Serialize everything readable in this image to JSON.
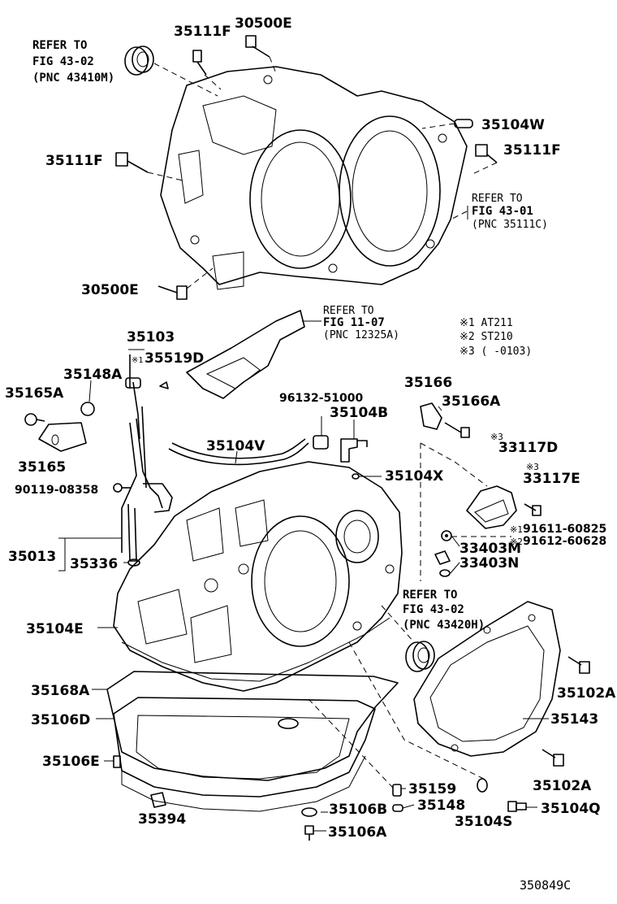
{
  "labels": {
    "l35111F_top": "35111F",
    "l30500E_top": "30500E",
    "l35104W": "35104W",
    "l35111F_left": "35111F",
    "l35111F_right": "35111F",
    "l30500E_bottom": "30500E",
    "l35103": "35103",
    "l35519D": "35519D",
    "l35148A": "35148A",
    "l35165A": "35165A",
    "l35165": "35165",
    "l90119": "90119-08358",
    "l35013": "35013",
    "l35336": "35336",
    "l35104V": "35104V",
    "l96132": "96132-51000",
    "l35104B": "35104B",
    "l35104X": "35104X",
    "l35166": "35166",
    "l35166A": "35166A",
    "l33117D": "33117D",
    "l33117E": "33117E",
    "l91611": "91611-60825",
    "l91612": "91612-60628",
    "l33403M": "33403M",
    "l33403N": "33403N",
    "l35104E": "35104E",
    "l35168A": "35168A",
    "l35106D": "35106D",
    "l35106E": "35106E",
    "l35394": "35394",
    "l35159": "35159",
    "l35106B": "35106B",
    "l35148": "35148",
    "l35106A": "35106A",
    "l35104S": "35104S",
    "l35104Q": "35104Q",
    "l35102A_upper": "35102A",
    "l35102A_lower": "35102A",
    "l35143": "35143"
  },
  "refs": {
    "r1_line1": "REFER TO",
    "r1_line2": "FIG 43-02",
    "r1_line3": "(PNC 43410M)",
    "r2_line1": "REFER TO",
    "r2_line2": "FIG 43-01",
    "r2_line3": "(PNC 35111C)",
    "r3_line1": "REFER TO",
    "r3_line2": "FIG 11-07",
    "r3_line3": "(PNC 12325A)",
    "r4_line1": "REFER TO",
    "r4_line2": "FIG 43-02",
    "r4_line3": "(PNC 43420H)"
  },
  "notes": {
    "n1": "※1 AT211",
    "n2": "※2 ST210",
    "n3": "※3 (        -0103)",
    "mark1": "※1",
    "mark3a": "※3",
    "mark3b": "※3",
    "mark1b": "※1",
    "mark2b": "※2"
  },
  "footer": {
    "code": "350849C"
  }
}
